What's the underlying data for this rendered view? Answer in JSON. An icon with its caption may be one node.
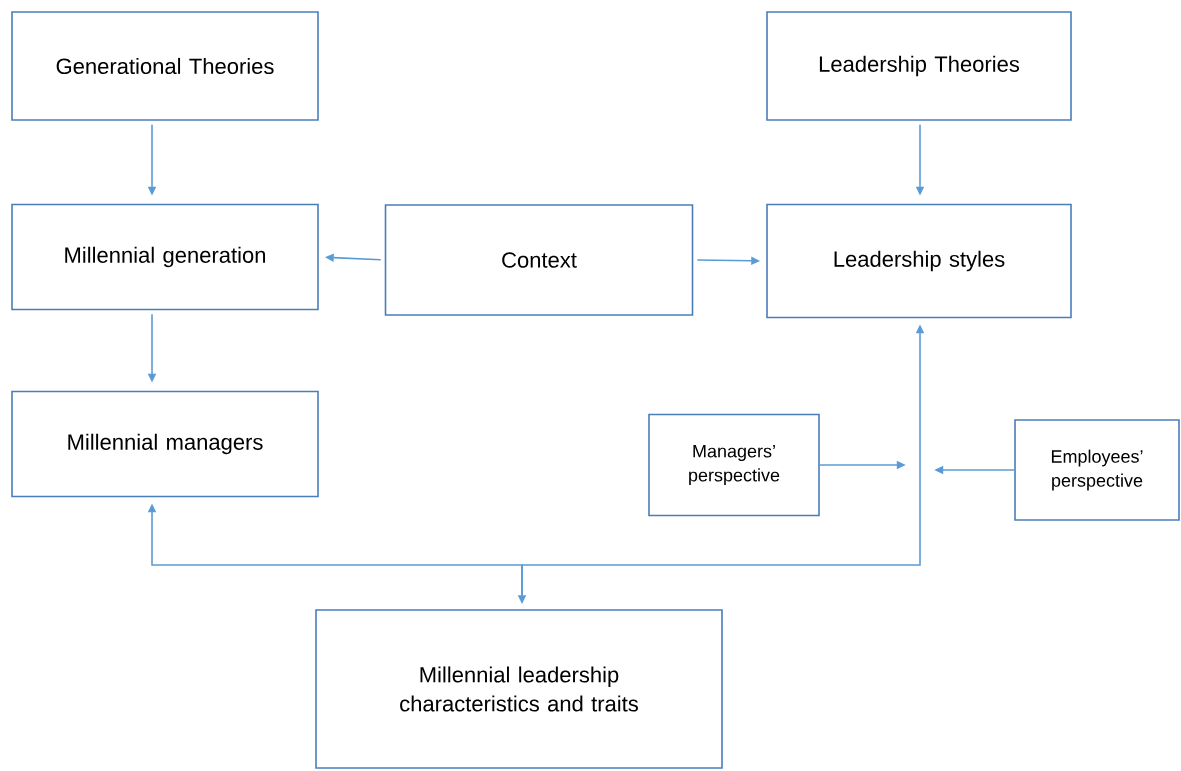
{
  "diagram": {
    "nodes": [
      {
        "text": [
          "Generational Theories"
        ]
      },
      {
        "text": [
          "Leadership Theories"
        ]
      },
      {
        "text": [
          "Millennial generation"
        ]
      },
      {
        "text": [
          "Context"
        ]
      },
      {
        "text": [
          "Leadership styles"
        ]
      },
      {
        "text": [
          "Millennial managers"
        ]
      },
      {
        "text": [
          "Managers’ perspective"
        ]
      },
      {
        "text": [
          "Employees’ perspective"
        ]
      },
      {
        "text": [
          "Millennial leadership characteristics and traits"
        ]
      }
    ],
    "edges": [
      {
        "from": 0,
        "to": 2,
        "arrow": "to"
      },
      {
        "from": 1,
        "to": 4,
        "arrow": "to"
      },
      {
        "from": 3,
        "to": 2,
        "arrow": "to"
      },
      {
        "from": 3,
        "to": 4,
        "arrow": "to"
      },
      {
        "from": 2,
        "to": 5,
        "arrow": "to"
      },
      {
        "from": 6,
        "to": null,
        "arrow": "to"
      },
      {
        "from": 7,
        "to": null,
        "arrow": "to"
      },
      {
        "from": 5,
        "to": 8,
        "arrow": "both"
      },
      {
        "from": 8,
        "to": 4,
        "arrow": "to"
      }
    ]
  }
}
